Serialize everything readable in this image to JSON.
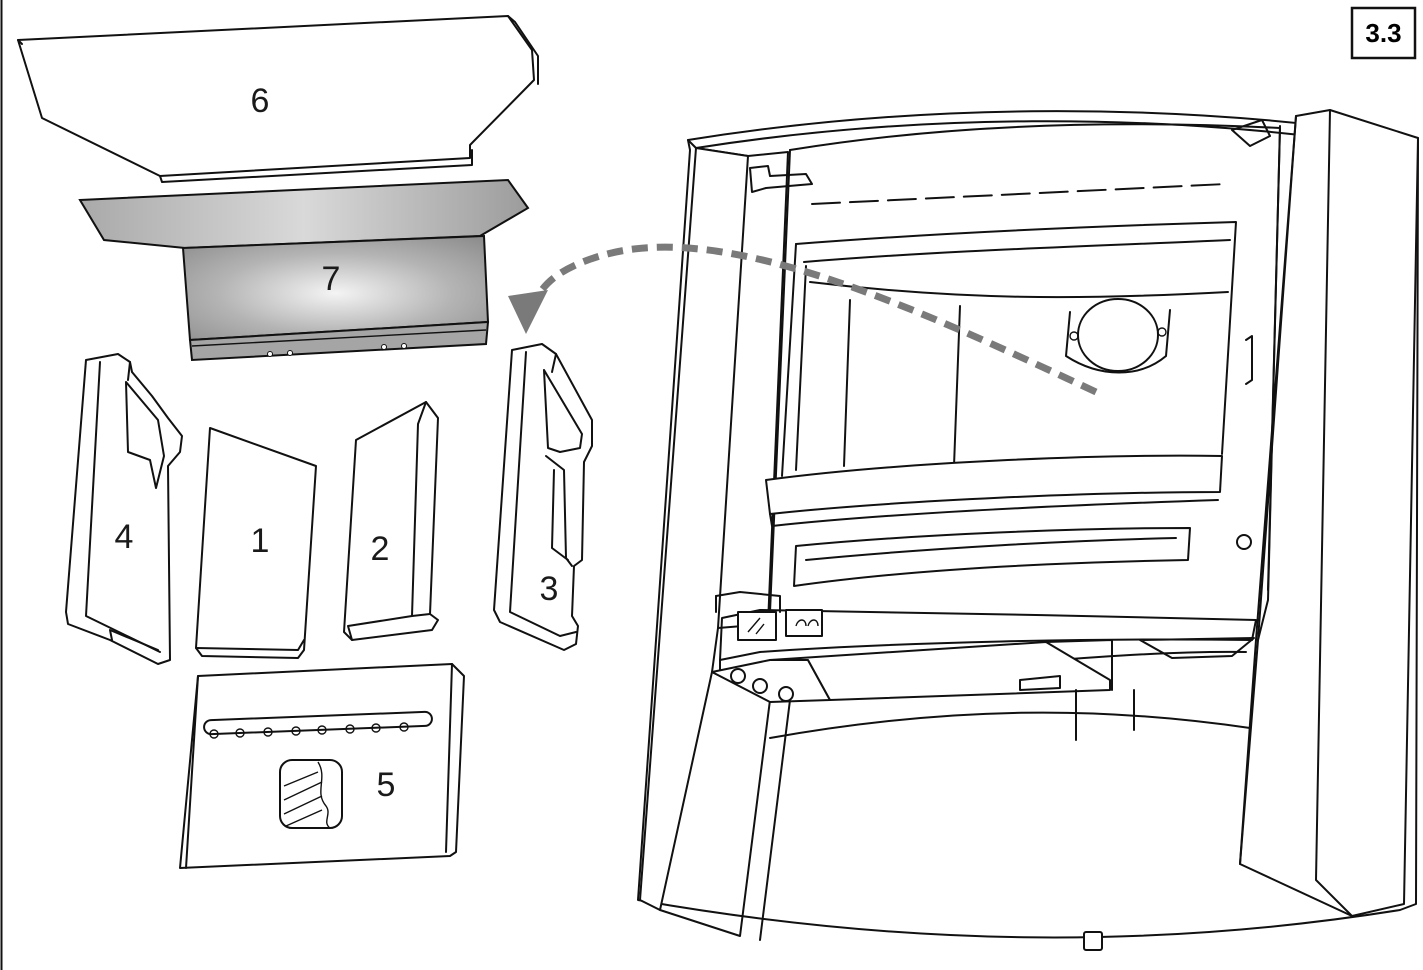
{
  "figure": {
    "label": "3.3"
  },
  "parts": [
    {
      "id": "1",
      "label": "1"
    },
    {
      "id": "2",
      "label": "2"
    },
    {
      "id": "3",
      "label": "3"
    },
    {
      "id": "4",
      "label": "4"
    },
    {
      "id": "5",
      "label": "5"
    },
    {
      "id": "6",
      "label": "6"
    },
    {
      "id": "7",
      "label": "7"
    }
  ],
  "colors": {
    "line": "#111111",
    "arrow": "#7a7a7a",
    "baffle_gradient": [
      "#f2f2f2",
      "#9a9a9a"
    ]
  },
  "icons": [
    "stove-body-drawing",
    "curved-dashed-arrow-icon"
  ]
}
